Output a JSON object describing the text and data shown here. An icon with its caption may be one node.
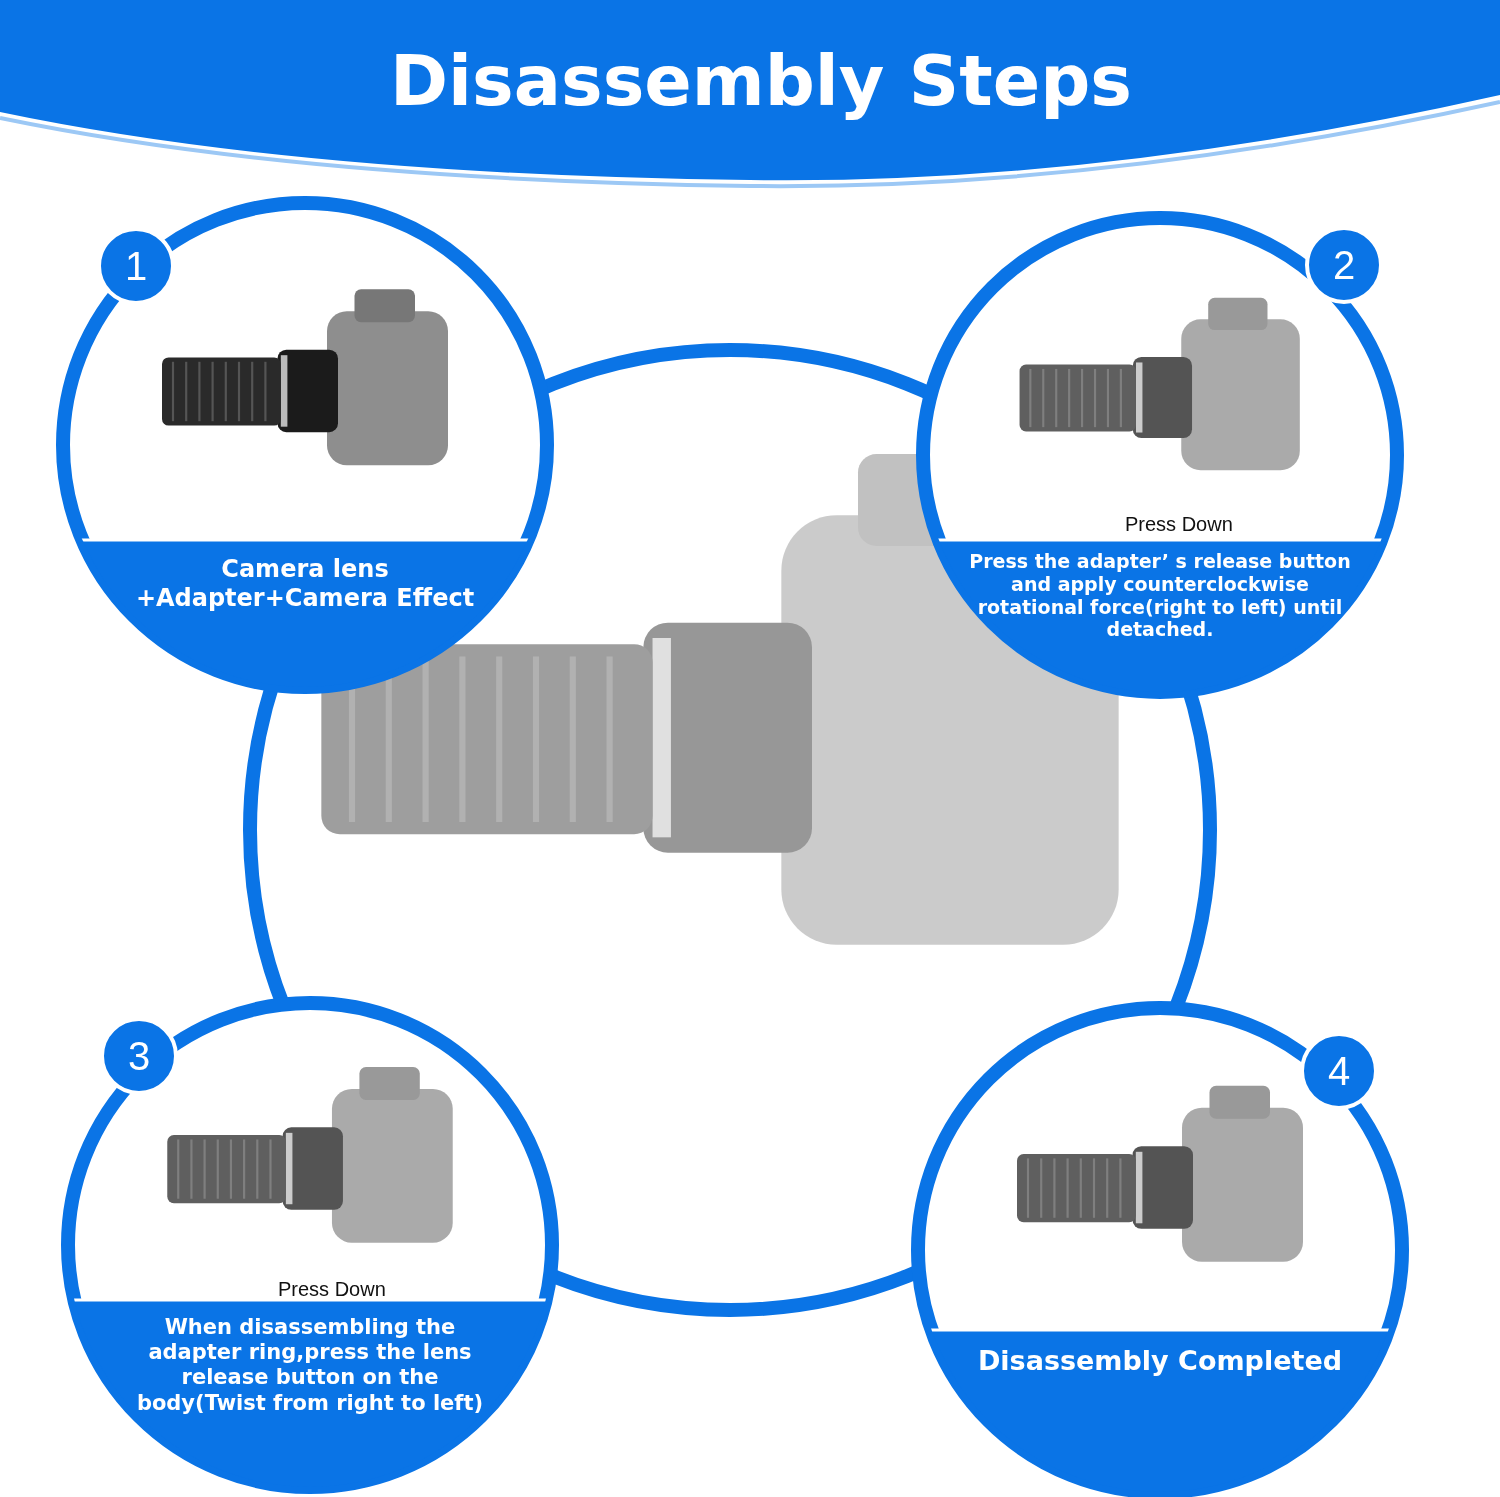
{
  "diagram": {
    "title": "Disassembly Steps",
    "nodes": [
      {
        "text": [
          "Camera lens +Adapter+Camera Effect"
        ]
      },
      {
        "text": [
          "1"
        ]
      },
      {
        "text": [
          "Press the adapter’ s release button and apply counterclockwise rotational force(right to left) until detached."
        ]
      },
      {
        "text": [
          "2"
        ]
      },
      {
        "text": [
          "When disassembling the adapter ring,press the lens release button on the body(Twist from right to left)"
        ]
      },
      {
        "text": [
          "3"
        ]
      },
      {
        "text": [
          "Disassembly Completed"
        ]
      },
      {
        "text": [
          "4"
        ]
      }
    ],
    "labels": [
      "Press Down",
      "Press Down"
    ]
  }
}
